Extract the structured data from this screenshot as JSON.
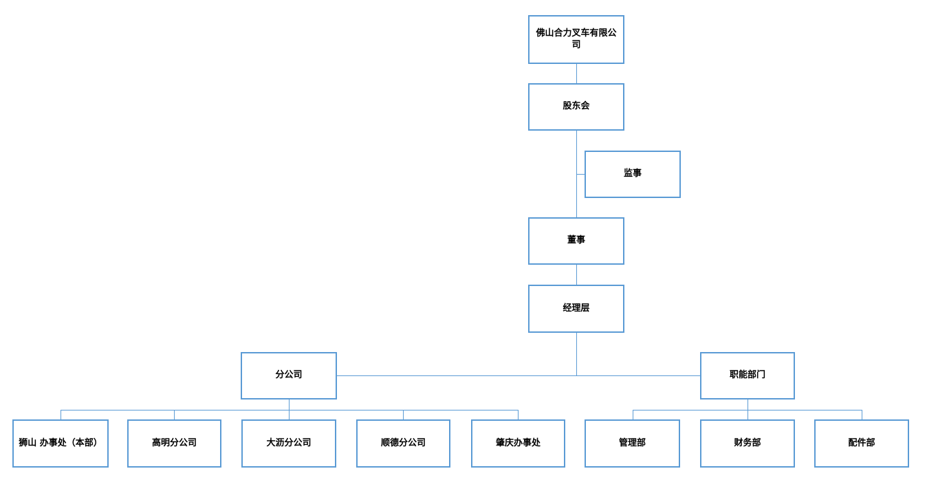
{
  "diagram": {
    "type": "org-chart",
    "nodes": {
      "company": {
        "label": "佛山合力叉车有限公司"
      },
      "shareholders": {
        "label": "股东会"
      },
      "supervisor": {
        "label": "监事"
      },
      "director": {
        "label": "董事"
      },
      "management": {
        "label": "经理层"
      },
      "branches": {
        "label": "分公司"
      },
      "functions": {
        "label": "职能部门"
      },
      "branch_children": [
        {
          "label": "狮山 办事处（本部）"
        },
        {
          "label": "高明分公司"
        },
        {
          "label": "大沥分公司"
        },
        {
          "label": "顺德分公司"
        },
        {
          "label": "肇庆办事处"
        }
      ],
      "function_children": [
        {
          "label": "管理部"
        },
        {
          "label": "财务部"
        },
        {
          "label": "配件部"
        }
      ]
    },
    "colors": {
      "box_border": "#5b9bd5",
      "connector_line": "#5b9bd5",
      "text": "#000000",
      "background": "#ffffff"
    }
  }
}
